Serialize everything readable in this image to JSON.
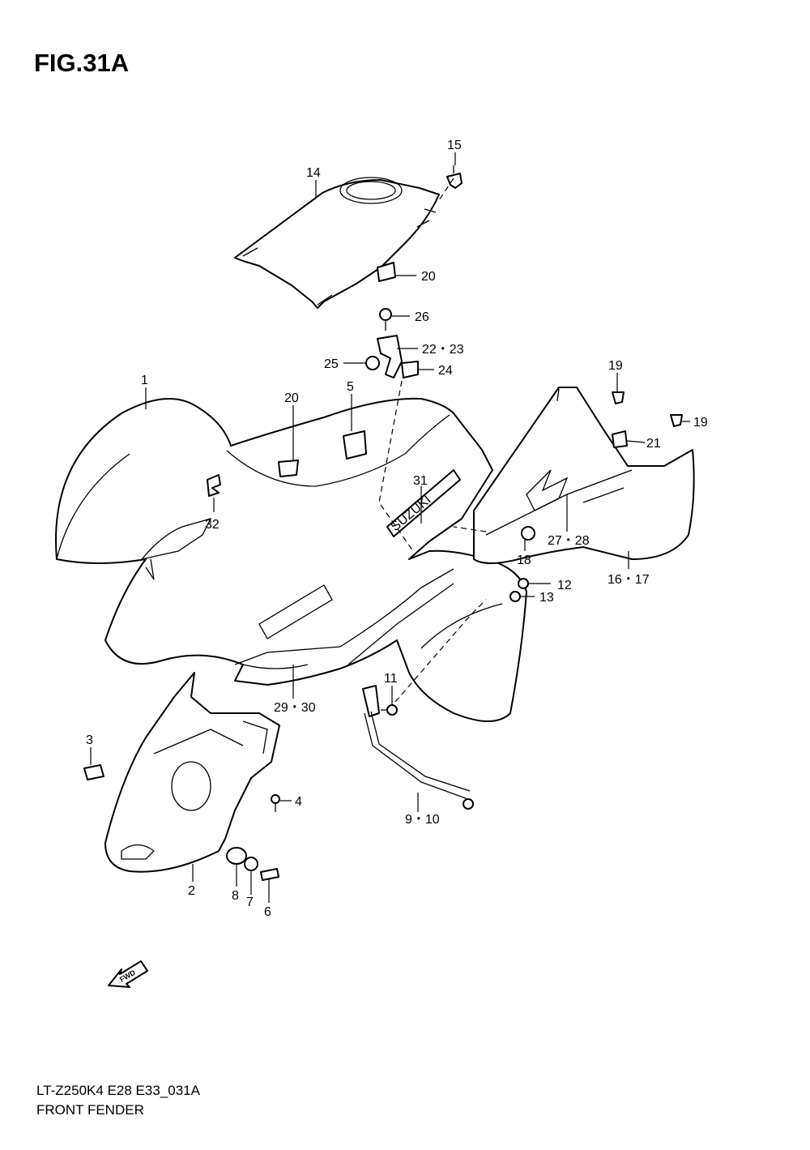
{
  "figure_title": "FIG.31A",
  "footer": {
    "model_code": "LT-Z250K4 E28 E33_031A",
    "section_name": "FRONT FENDER"
  },
  "decal_text": {
    "suzuki": "SUZUKI",
    "fwd": "FWD"
  },
  "callouts": {
    "c1": "1",
    "c2": "2",
    "c3": "3",
    "c4": "4",
    "c5": "5",
    "c6": "6",
    "c7": "7",
    "c8": "8",
    "c9_10": "9・10",
    "c11": "11",
    "c12": "12",
    "c13": "13",
    "c14": "14",
    "c15": "15",
    "c16_17": "16・17",
    "c18": "18",
    "c19a": "19",
    "c19b": "19",
    "c20a": "20",
    "c20b": "20",
    "c21": "21",
    "c22_23": "22・23",
    "c24": "24",
    "c25": "25",
    "c26": "26",
    "c27_28": "27・28",
    "c29_30": "29・30",
    "c31": "31",
    "c32": "32"
  }
}
